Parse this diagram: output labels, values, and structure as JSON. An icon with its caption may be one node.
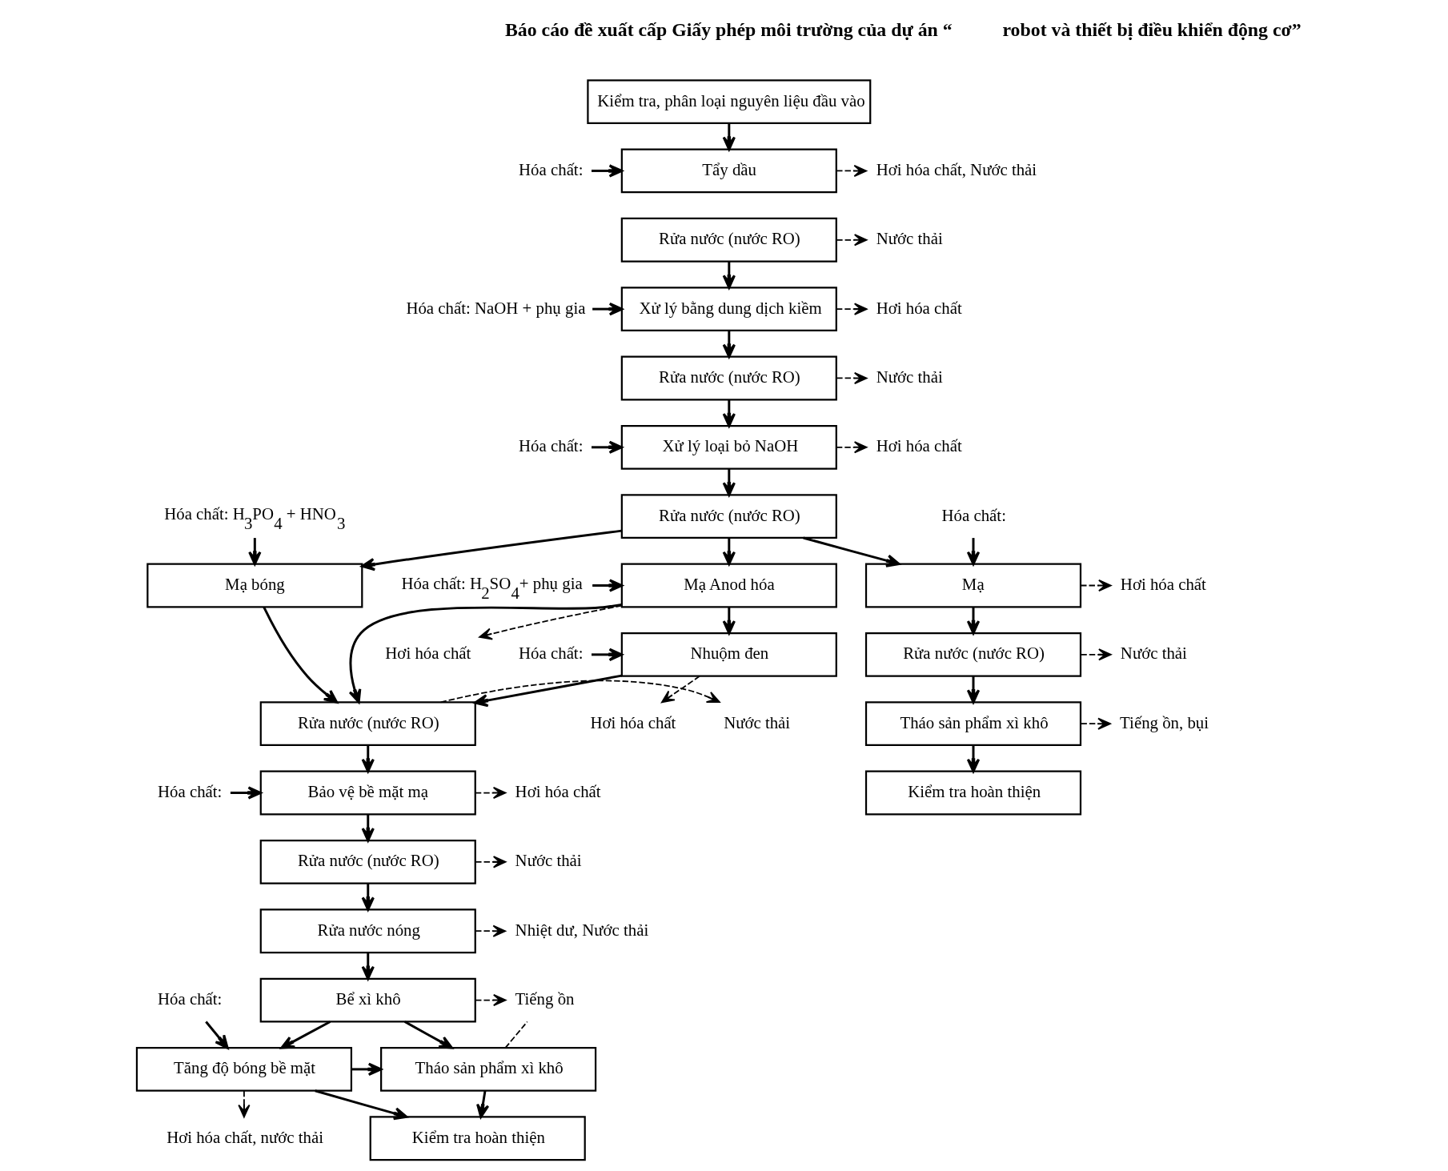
{
  "diagram": {
    "nodes": [
      {
        "text": [
          "Kiểm tra, phân loại nguyên liệu đầu vào"
        ]
      },
      {
        "text": [
          "Tẩy dầu"
        ]
      },
      {
        "text": [
          "Hóa chất:"
        ]
      },
      {
        "text": [
          "Hơi hóa chất, Nước thải"
        ]
      },
      {
        "text": [
          "Rửa nước (nước RO)"
        ]
      },
      {
        "text": [
          "Nước thải"
        ]
      },
      {
        "text": [
          "Hóa chất: NaOH + phụ gia"
        ]
      },
      {
        "text": [
          "Xử lý bằng dung dịch kiềm"
        ]
      },
      {
        "text": [
          "Hơi hóa chất"
        ]
      },
      {
        "text": [
          "Rửa nước (nước RO)"
        ]
      },
      {
        "text": [
          "Nước thải"
        ]
      },
      {
        "text": [
          "Hóa chất:"
        ]
      },
      {
        "text": [
          "Xử lý loại bỏ NaOH"
        ]
      },
      {
        "text": [
          "Hơi hóa chất"
        ]
      },
      {
        "text": [
          "Rửa nước (nước RO)"
        ]
      },
      {
        "text": [
          "Mạ Anod hóa"
        ]
      },
      {
        "text": [
          "Hóa chất: H$_{2}$SO$_{4}$+ phụ gia"
        ]
      },
      {
        "text": [
          "Hơi hóa chất"
        ]
      },
      {
        "text": [
          "Nhuộm đen"
        ]
      },
      {
        "text": [
          "Hóa chất:"
        ]
      },
      {
        "text": [
          "Hơi hóa chất"
        ]
      },
      {
        "text": [
          "Hóa chất: H$_{3}$PO$_{4}$ + HNO$_{3}$"
        ]
      },
      {
        "text": [
          "Mạ bóng"
        ]
      },
      {
        "text": [
          "Rửa nước (nước RO)"
        ]
      },
      {
        "text": [
          "Nước thải"
        ]
      },
      {
        "text": [
          "Bảo vệ bề mặt mạ"
        ]
      },
      {
        "text": [
          "Hóa chất:"
        ]
      },
      {
        "text": [
          "Hơi hóa chất"
        ]
      },
      {
        "text": [
          "Rửa nước (nước RO)"
        ]
      },
      {
        "text": [
          "Nước thải"
        ]
      },
      {
        "text": [
          "Rửa nước nóng"
        ]
      },
      {
        "text": [
          "Nhiệt dư, Nước thải"
        ]
      },
      {
        "text": [
          "Bể xì khô"
        ]
      },
      {
        "text": [
          "Tiếng ồn"
        ]
      },
      {
        "text": [
          "Hóa chất:"
        ]
      },
      {
        "text": [
          "Tăng độ bóng bề mặt"
        ]
      },
      {
        "text": [
          "Hơi hóa chất, nước thải"
        ]
      },
      {
        "text": [
          "Tháo sản phẩm xì khô"
        ]
      },
      {
        "text": [
          "Kiểm tra hoàn thiện"
        ]
      },
      {
        "text": [
          "Hóa chất:"
        ]
      },
      {
        "text": [
          "Mạ"
        ]
      },
      {
        "text": [
          "Hơi hóa chất"
        ]
      },
      {
        "text": [
          "Rửa nước (nước RO)"
        ]
      },
      {
        "text": [
          "Nước thải"
        ]
      },
      {
        "text": [
          "Tháo sản phẩm xì khô"
        ]
      },
      {
        "text": [
          "Tiếng ồn, bụi"
        ]
      },
      {
        "text": [
          "Kiểm tra hoàn thiện"
        ]
      }
    ],
    "edges": [
      {
        "from": 0,
        "to": 1,
        "arrow": "to"
      },
      {
        "from": 2,
        "to": 1,
        "arrow": "to"
      },
      {
        "from": 1,
        "to": 3,
        "arrow": "to",
        "style": "dashed"
      },
      {
        "from": 4,
        "to": 5,
        "arrow": "to",
        "style": "dashed"
      },
      {
        "from": 4,
        "to": 7,
        "arrow": "to"
      },
      {
        "from": 6,
        "to": 7,
        "arrow": "to"
      },
      {
        "from": 7,
        "to": 8,
        "arrow": "to",
        "style": "dashed"
      },
      {
        "from": 7,
        "to": 9,
        "arrow": "to"
      },
      {
        "from": 9,
        "to": 10,
        "arrow": "to",
        "style": "dashed"
      },
      {
        "from": 9,
        "to": 12,
        "arrow": "to"
      },
      {
        "from": 11,
        "to": 12,
        "arrow": "to"
      },
      {
        "from": 12,
        "to": 13,
        "arrow": "to",
        "style": "dashed"
      },
      {
        "from": 12,
        "to": 14,
        "arrow": "to"
      },
      {
        "from": 14,
        "to": 15,
        "arrow": "to"
      },
      {
        "from": 14,
        "to": 22,
        "arrow": "to"
      },
      {
        "from": 14,
        "to": 40,
        "arrow": "to"
      },
      {
        "from": 16,
        "to": 15,
        "arrow": "to"
      },
      {
        "from": 15,
        "to": 17,
        "arrow": "to",
        "style": "dashed"
      },
      {
        "from": 15,
        "to": 18,
        "arrow": "to"
      },
      {
        "from": 15,
        "to": 23,
        "arrow": "to"
      },
      {
        "from": 19,
        "to": 18,
        "arrow": "to"
      },
      {
        "from": 18,
        "to": 20,
        "arrow": "to",
        "style": "dashed"
      },
      {
        "from": 18,
        "to": 23,
        "arrow": "to"
      },
      {
        "from": 21,
        "to": 22,
        "arrow": "to"
      },
      {
        "from": 22,
        "to": 23,
        "arrow": "to"
      },
      {
        "from": 23,
        "to": 24,
        "arrow": "to",
        "style": "dashed"
      },
      {
        "from": 23,
        "to": 25,
        "arrow": "to"
      },
      {
        "from": 26,
        "to": 25,
        "arrow": "to"
      },
      {
        "from": 25,
        "to": 27,
        "arrow": "to",
        "style": "dashed"
      },
      {
        "from": 25,
        "to": 28,
        "arrow": "to"
      },
      {
        "from": 28,
        "to": 29,
        "arrow": "to",
        "style": "dashed"
      },
      {
        "from": 28,
        "to": 30,
        "arrow": "to"
      },
      {
        "from": 30,
        "to": 31,
        "arrow": "to",
        "style": "dashed"
      },
      {
        "from": 30,
        "to": 32,
        "arrow": "to"
      },
      {
        "from": 32,
        "to": 33,
        "arrow": "to",
        "style": "dashed"
      },
      {
        "from": 32,
        "to": 35,
        "arrow": "to"
      },
      {
        "from": 32,
        "to": 37,
        "arrow": "to"
      },
      {
        "from": 37,
        "to": 33,
        "arrow": "none",
        "style": "dashed"
      },
      {
        "from": 34,
        "to": 35,
        "arrow": "to"
      },
      {
        "from": 35,
        "to": 36,
        "arrow": "to",
        "style": "dashed"
      },
      {
        "from": 35,
        "to": 37,
        "arrow": "to"
      },
      {
        "from": 35,
        "to": 38,
        "arrow": "to"
      },
      {
        "from": 37,
        "to": 38,
        "arrow": "to"
      },
      {
        "from": 39,
        "to": 40,
        "arrow": "to"
      },
      {
        "from": 40,
        "to": 41,
        "arrow": "to",
        "style": "dashed"
      },
      {
        "from": 40,
        "to": 42,
        "arrow": "to"
      },
      {
        "from": 42,
        "to": 43,
        "arrow": "to",
        "style": "dashed"
      },
      {
        "from": 42,
        "to": 44,
        "arrow": "to"
      },
      {
        "from": 44,
        "to": 45,
        "arrow": "to",
        "style": "dashed"
      },
      {
        "from": 44,
        "to": 46,
        "arrow": "to"
      }
    ],
    "labels": [
      "Báo cáo đề xuất cấp Giấy phép môi trường của dự án “",
      "robot và thiết bị điều khiển động cơ”"
    ]
  }
}
